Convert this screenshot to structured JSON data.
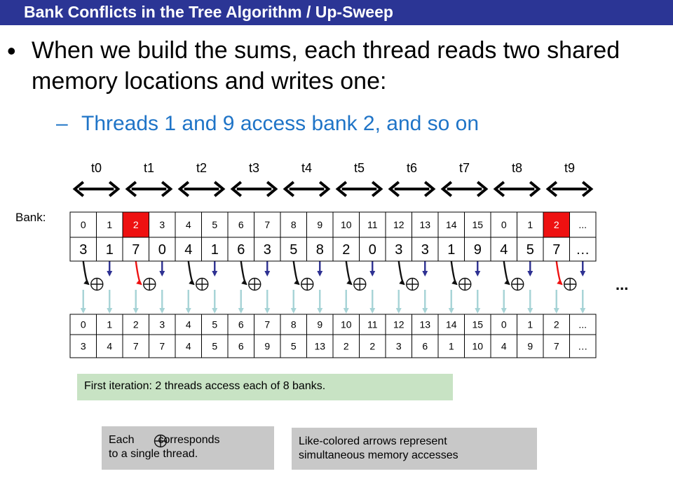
{
  "header": {
    "title": "Bank Conflicts in the Tree Algorithm / Up-Sweep"
  },
  "content": {
    "bullet": "When we build the sums, each thread reads two shared memory locations and writes one:",
    "sub_dash": "–",
    "sub_bullet": "Threads 1 and 9 access bank 2, and so on"
  },
  "diagram": {
    "bank_label": "Bank:",
    "threads": [
      "t0",
      "t1",
      "t2",
      "t3",
      "t4",
      "t5",
      "t6",
      "t7",
      "t8",
      "t9"
    ],
    "top_banks": [
      "0",
      "1",
      "2",
      "3",
      "4",
      "5",
      "6",
      "7",
      "8",
      "9",
      "10",
      "11",
      "12",
      "13",
      "14",
      "15",
      "0",
      "1",
      "2",
      "..."
    ],
    "top_values": [
      "3",
      "1",
      "7",
      "0",
      "4",
      "1",
      "6",
      "3",
      "5",
      "8",
      "2",
      "0",
      "3",
      "3",
      "1",
      "9",
      "4",
      "5",
      "7",
      "…"
    ],
    "highlighted_bank_cells": [
      2,
      18
    ],
    "conflict_threads": [
      1,
      9
    ],
    "bottom_banks": [
      "0",
      "1",
      "2",
      "3",
      "4",
      "5",
      "6",
      "7",
      "8",
      "9",
      "10",
      "11",
      "12",
      "13",
      "14",
      "15",
      "0",
      "1",
      "2",
      "..."
    ],
    "bottom_values": [
      "3",
      "4",
      "7",
      "7",
      "4",
      "5",
      "6",
      "9",
      "5",
      "13",
      "2",
      "2",
      "3",
      "6",
      "1",
      "10",
      "4",
      "9",
      "7",
      "…"
    ],
    "ellipsis": "...",
    "colors": {
      "title_bar": "#2b3595",
      "highlight": "#ee1111",
      "blue_arrow": "#2e3192",
      "black_arrow": "#111111",
      "red_arrow": "#ee1111",
      "teal_arrow": "#a6d3d6",
      "sub_bullet": "#1f74c7"
    }
  },
  "notes": {
    "iteration": "First iteration: 2 threads access each of 8 banks.",
    "each_prefix": "Each",
    "each_suffix": "corresponds",
    "each_line2": "to a single thread.",
    "like_line1": "Like-colored arrows represent",
    "like_line2": "simultaneous memory  accesses"
  }
}
